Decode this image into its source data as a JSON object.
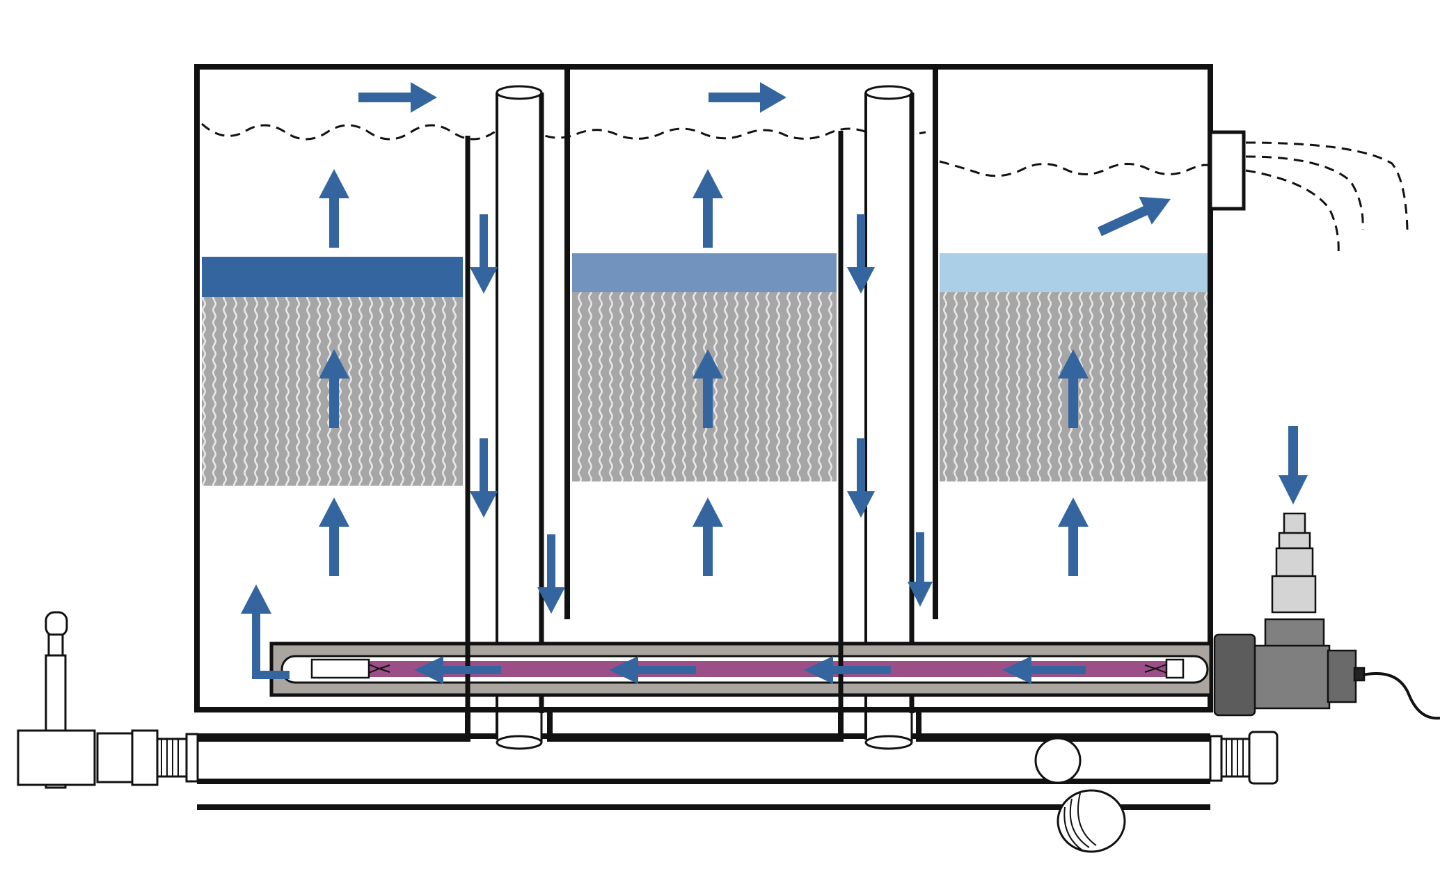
{
  "diagram": {
    "type": "three-chamber filter with UV clarifier, cross-section",
    "colors": {
      "arrow": "#34659f",
      "outline": "#111111",
      "media": "#a6a6a6",
      "media_wave": "#e6e6e6",
      "chamber1_layer": "#34659f",
      "chamber2_layer": "#7193bd",
      "chamber3_layer": "#aacfe6",
      "uv_sleeve": "#aaa59f",
      "uv_lamp": "#9c4f86",
      "pump_body": "#7f7f7f",
      "pump_nozzle": "#d4d4d4"
    },
    "flow": [
      "up",
      "down",
      "right",
      "outlet"
    ],
    "chambers": [
      "chamber-1",
      "chamber-2",
      "chamber-3"
    ]
  }
}
